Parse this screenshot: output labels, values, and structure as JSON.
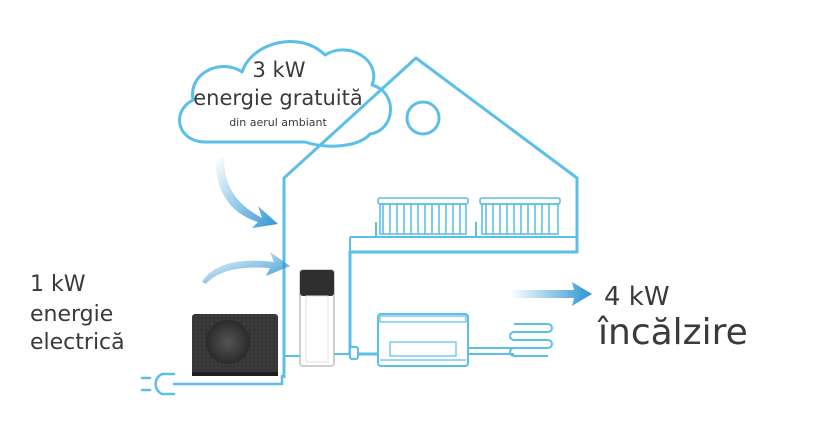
{
  "cloud": {
    "power": "3 kW",
    "label": "energie gratuită",
    "sublabel": "din aerul ambiant"
  },
  "input": {
    "power": "1 kW",
    "line1": "energie",
    "line2": "electrică"
  },
  "output": {
    "power": "4 kW",
    "label": "încălzire"
  },
  "colors": {
    "line": "#5bbfe8",
    "arrow": "#2e95d3",
    "text": "#3a3a3a",
    "unit": "#333333"
  }
}
